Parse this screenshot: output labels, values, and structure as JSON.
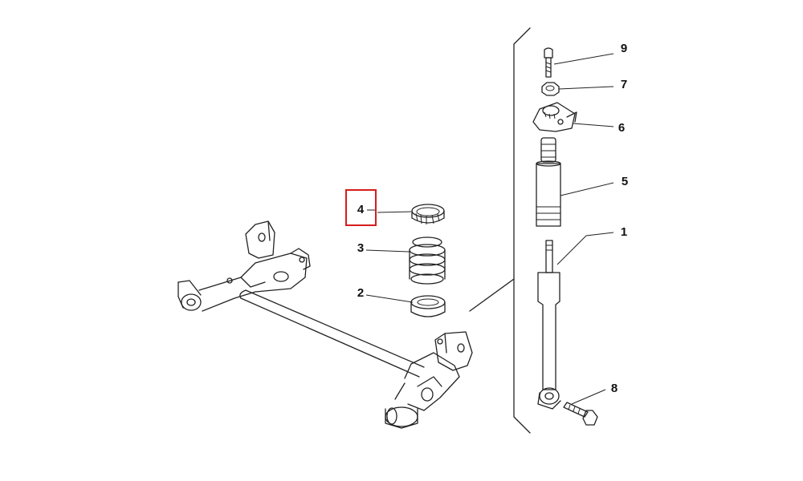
{
  "labels": {
    "p1": "1",
    "p2": "2",
    "p3": "3",
    "p4": "4",
    "p5": "5",
    "p6": "6",
    "p7": "7",
    "p8": "8",
    "p9": "9"
  },
  "highlight": {
    "part": "4",
    "color": "#d61c1c"
  }
}
